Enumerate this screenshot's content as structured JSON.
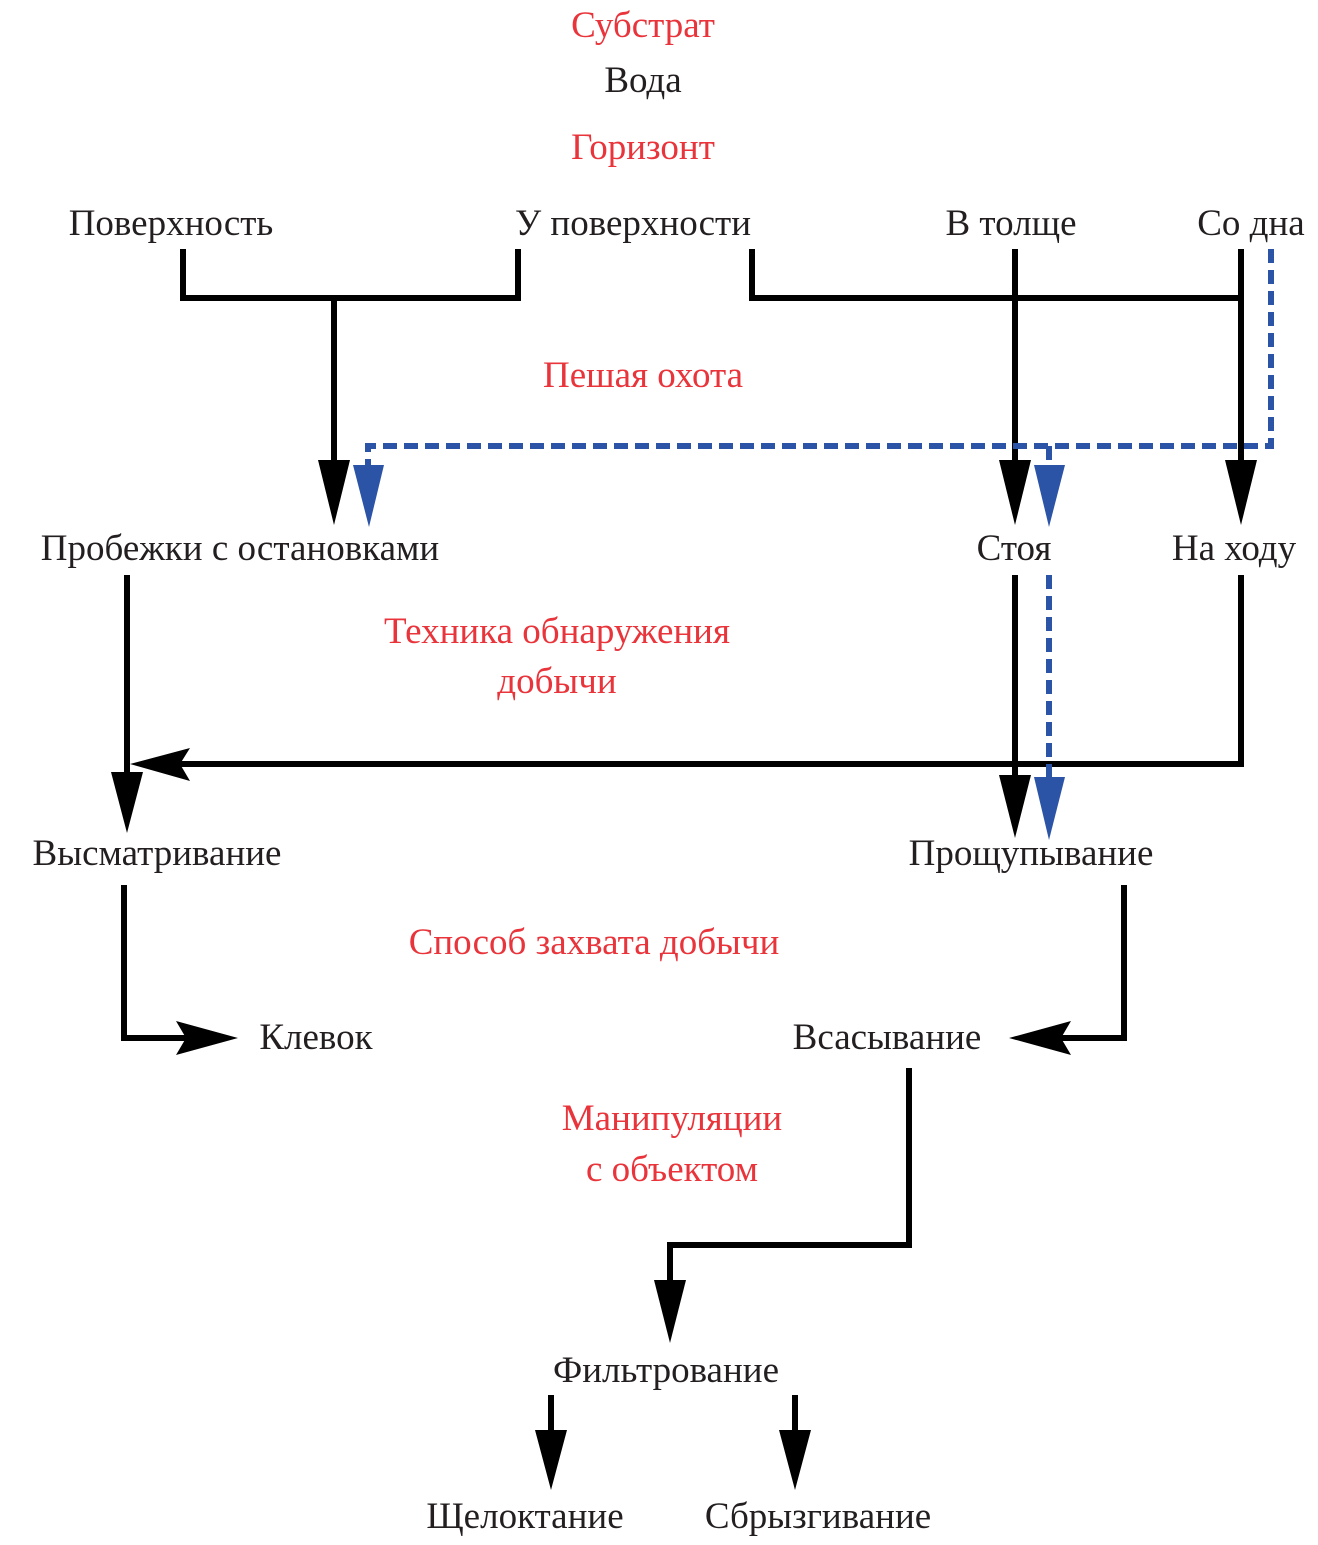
{
  "colors": {
    "category_label": "#e8343a",
    "node_label": "#231f20",
    "primary_edge": "#000000",
    "alternate_edge": "#2c54a6"
  },
  "categories": {
    "substrate": "Субстрат",
    "horizon": "Горизонт",
    "hunting_type": "Пешая охота",
    "detection_line1": "Техника обнаружения",
    "detection_line2": "добычи",
    "capture_method": "Способ захвата добычи",
    "manipulation_line1": "Манипуляции",
    "manipulation_line2": "с объектом"
  },
  "nodes": {
    "water": "Вода",
    "surface": "Поверхность",
    "near_surface": "У поверхности",
    "mid_water": "В толще",
    "from_bottom": "Со дна",
    "runs_with_stops": "Пробежки с остановками",
    "standing": "Стоя",
    "on_the_move": "На ходу",
    "looking": "Высматривание",
    "probing": "Прощупывание",
    "pecking": "Клевок",
    "suction": "Всасывание",
    "filtering": "Фильтрование",
    "snapping": "Щелоктание",
    "spraying": "Сбрызгивание"
  },
  "edges": [
    {
      "from": [
        "surface",
        "near_surface"
      ],
      "to": "runs_with_stops",
      "style": "solid"
    },
    {
      "from": [
        "near_surface",
        "mid_water",
        "from_bottom"
      ],
      "to": "on_the_move",
      "style": "solid"
    },
    {
      "from": "mid_water",
      "to": "standing",
      "style": "solid"
    },
    {
      "from": "from_bottom",
      "to": [
        "runs_with_stops",
        "standing"
      ],
      "style": "dashed"
    },
    {
      "from": "runs_with_stops",
      "to": "looking",
      "style": "solid"
    },
    {
      "from": "on_the_move",
      "to": "looking",
      "style": "solid"
    },
    {
      "from": "standing",
      "to": "probing",
      "style": "solid"
    },
    {
      "from": "standing",
      "to": "probing",
      "style": "dashed"
    },
    {
      "from": "looking",
      "to": "pecking",
      "style": "solid"
    },
    {
      "from": "probing",
      "to": "suction",
      "style": "solid"
    },
    {
      "from": "suction",
      "to": "filtering",
      "style": "solid"
    },
    {
      "from": "filtering",
      "to": "snapping",
      "style": "solid"
    },
    {
      "from": "filtering",
      "to": "spraying",
      "style": "solid"
    }
  ]
}
